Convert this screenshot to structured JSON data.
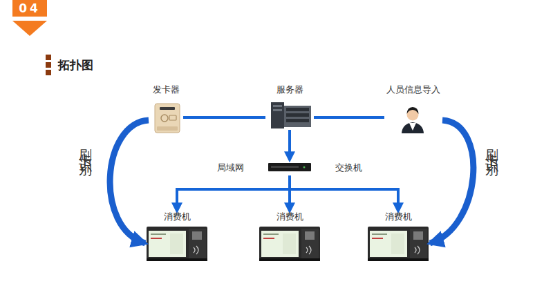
{
  "diagram": {
    "title": "拓扑图",
    "nodes": [
      {
        "text": [
          "发卡器"
        ]
      },
      {
        "text": [
          "服务器"
        ]
      },
      {
        "text": [
          "人员信息导入"
        ]
      },
      {
        "text": [
          "局域网",
          "交换机"
        ]
      },
      {
        "text": [
          "消费机"
        ]
      },
      {
        "text": [
          "消费机"
        ]
      },
      {
        "text": [
          "消费机"
        ]
      }
    ],
    "edges": [
      {
        "from": 0,
        "to": 1,
        "arrow": "none"
      },
      {
        "from": 1,
        "to": 2,
        "arrow": "none"
      },
      {
        "from": 1,
        "to": 3,
        "arrow": "to"
      },
      {
        "from": 3,
        "to": 4,
        "arrow": "to"
      },
      {
        "from": 3,
        "to": 5,
        "arrow": "to"
      },
      {
        "from": 3,
        "to": 6,
        "arrow": "to"
      },
      {
        "from": 0,
        "to": 4,
        "label": "刷卡识别",
        "arrow": "to"
      },
      {
        "from": 2,
        "to": 6,
        "label": "刷卡识别",
        "arrow": "to"
      }
    ],
    "labels": [
      "04"
    ]
  }
}
